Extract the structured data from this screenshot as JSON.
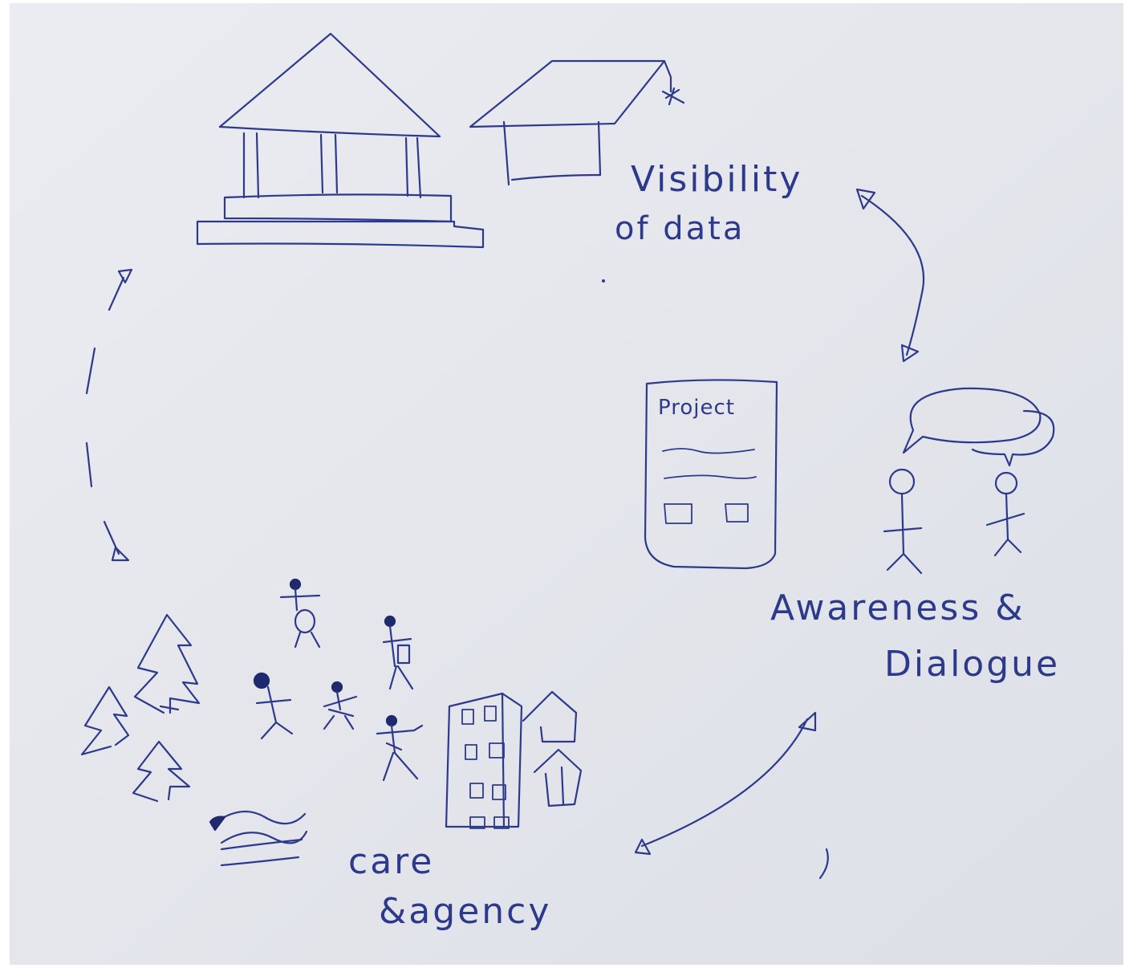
{
  "diagram": {
    "labels": {
      "visibility_line1": "Visibility",
      "visibility_line2": "of data",
      "awareness_line1": "Awareness &",
      "awareness_line2": "Dialogue",
      "care_line1": "care",
      "care_line2": "&agency",
      "project": "Project"
    },
    "nodes": [
      {
        "id": "visibility",
        "icons": [
          "institution-building-icon",
          "graduation-cap-icon"
        ]
      },
      {
        "id": "awareness",
        "icons": [
          "project-document-icon",
          "speech-bubble-icon",
          "stick-figure-icon"
        ]
      },
      {
        "id": "care",
        "icons": [
          "tree-icon",
          "stick-figure-icon",
          "apartment-building-icon",
          "house-icon",
          "water-waves-icon"
        ]
      }
    ],
    "edges": [
      {
        "from": "visibility",
        "to": "awareness",
        "style": "solid",
        "arrows": "both"
      },
      {
        "from": "awareness",
        "to": "care",
        "style": "solid",
        "arrows": "both"
      },
      {
        "from": "care",
        "to": "visibility",
        "style": "dashed",
        "arrows": "both"
      }
    ],
    "colors": {
      "paper": "#e6e8ee",
      "ink": "#2d3a8c"
    }
  }
}
